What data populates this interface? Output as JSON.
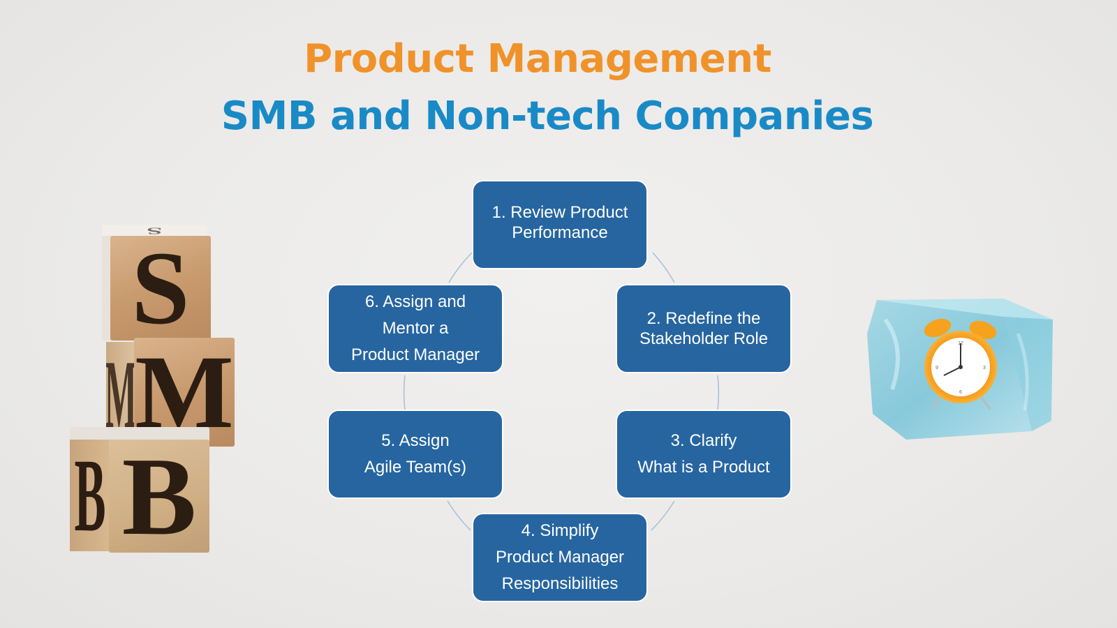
{
  "title": {
    "line1": "Product Management",
    "line2": "SMB and Non-tech Companies",
    "line1_color": "#f0922a",
    "line2_color": "#1a8ac7"
  },
  "cycle": {
    "box_color": "#2665a0",
    "connector_color": "#a9c1da",
    "steps": [
      {
        "number": 1,
        "lines": [
          "1. Review Product",
          "Performance"
        ]
      },
      {
        "number": 2,
        "lines": [
          "2. Redefine the",
          "Stakeholder Role"
        ]
      },
      {
        "number": 3,
        "lines": [
          "3. Clarify",
          "What is a Product"
        ]
      },
      {
        "number": 4,
        "lines": [
          "4. Simplify",
          "Product Manager",
          "Responsibilities"
        ]
      },
      {
        "number": 5,
        "lines": [
          "5. Assign",
          "Agile Team(s)"
        ]
      },
      {
        "number": 6,
        "lines": [
          "6. Assign and",
          "Mentor a",
          "Product Manager"
        ]
      }
    ]
  },
  "images": {
    "left": {
      "description": "wooden-letter-blocks",
      "letters": [
        "S",
        "M",
        "B"
      ]
    },
    "right": {
      "description": "alarm-clock-frozen-in-ice-cube"
    }
  }
}
